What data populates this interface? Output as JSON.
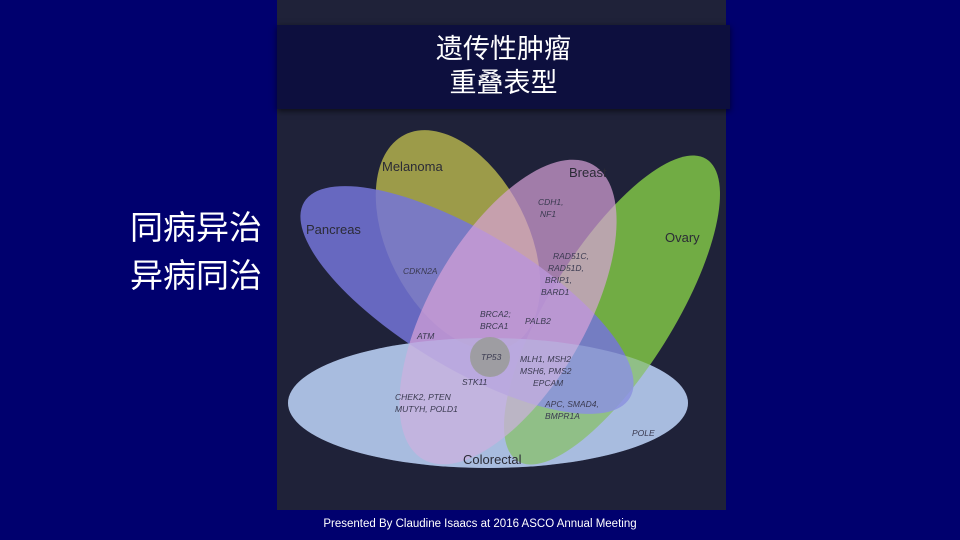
{
  "title": {
    "line1": "遗传性肿瘤",
    "line2": "重叠表型"
  },
  "side_text": {
    "line1": "同病异治",
    "line2": "异病同治"
  },
  "footer": "Presented By Claudine Isaacs at 2016 ASCO Annual Meeting",
  "diagram": {
    "sets": {
      "melanoma": "Melanoma",
      "breast": "Breast",
      "pancreas": "Pancreas",
      "ovary": "Ovary",
      "colorectal": "Colorectal"
    },
    "genes": {
      "cdh1": "CDH1,",
      "nf1": "NF1",
      "cdkn2a": "CDKN2A",
      "rad51c": "RAD51C,",
      "rad51d": "RAD51D,",
      "brip1": "BRIP1,",
      "bard1": "BARD1",
      "brca2": "BRCA2;",
      "brca1": "BRCA1",
      "palb2": "PALB2",
      "atm": "ATM",
      "tp53": "TP53",
      "mlh1_msh2": "MLH1, MSH2",
      "msh6_pms2": "MSH6, PMS2",
      "epcam": "EPCAM",
      "stk11": "STK11",
      "chek2_pten": "CHEK2, PTEN",
      "mutyh_pold1": "MUTYH, POLD1",
      "apc_smad4": "APC, SMAD4,",
      "bmpr1a": "BMPR1A",
      "pole": "POLE"
    },
    "colors": {
      "melanoma": "#a3a24a",
      "breast": "#d9a3d9",
      "pancreas": "#7474d8",
      "ovary": "#78b845",
      "colorectal": "#a8bde0",
      "center": "#9b9b9b"
    }
  }
}
